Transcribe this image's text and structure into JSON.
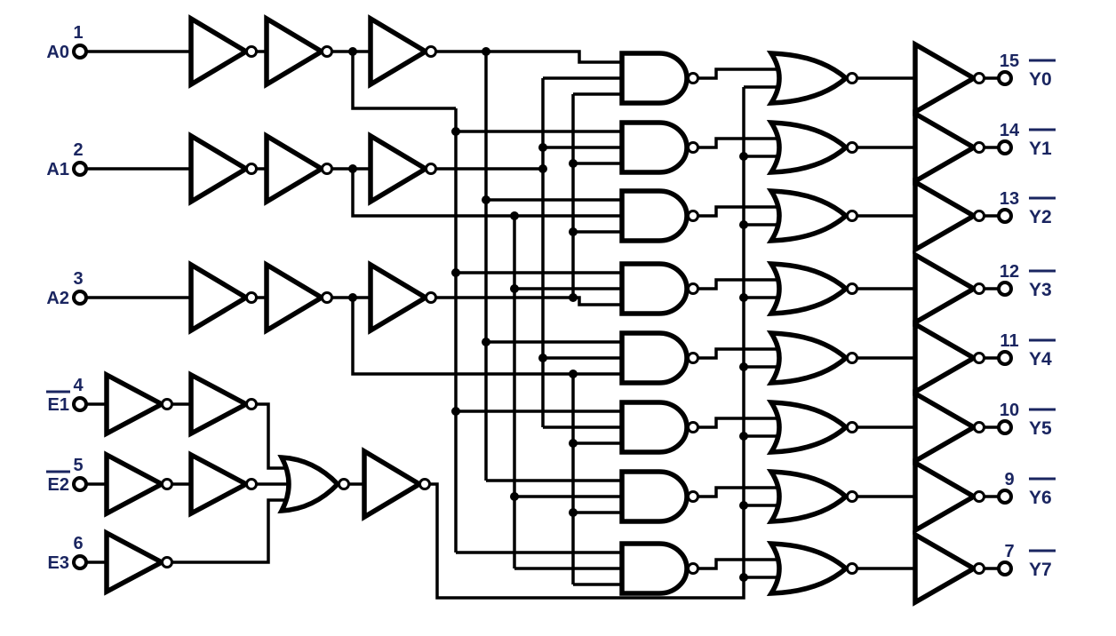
{
  "diagram": {
    "kind": "logic-schematic",
    "inputs": [
      {
        "label": "A0",
        "pin": "1",
        "overline": false
      },
      {
        "label": "A1",
        "pin": "2",
        "overline": false
      },
      {
        "label": "A2",
        "pin": "3",
        "overline": false
      },
      {
        "label": "E1",
        "pin": "4",
        "overline": true
      },
      {
        "label": "E2",
        "pin": "5",
        "overline": true
      },
      {
        "label": "E3",
        "pin": "6",
        "overline": false
      }
    ],
    "outputs": [
      {
        "label": "Y0",
        "pin": "15",
        "overline": true
      },
      {
        "label": "Y1",
        "pin": "14",
        "overline": true
      },
      {
        "label": "Y2",
        "pin": "13",
        "overline": true
      },
      {
        "label": "Y3",
        "pin": "12",
        "overline": true
      },
      {
        "label": "Y4",
        "pin": "11",
        "overline": true
      },
      {
        "label": "Y5",
        "pin": "10",
        "overline": true
      },
      {
        "label": "Y6",
        "pin": "9",
        "overline": true
      },
      {
        "label": "Y7",
        "pin": "7",
        "overline": true
      }
    ],
    "colors": {
      "wire": "#000000",
      "label": "#1a2560",
      "background": "#ffffff"
    }
  }
}
